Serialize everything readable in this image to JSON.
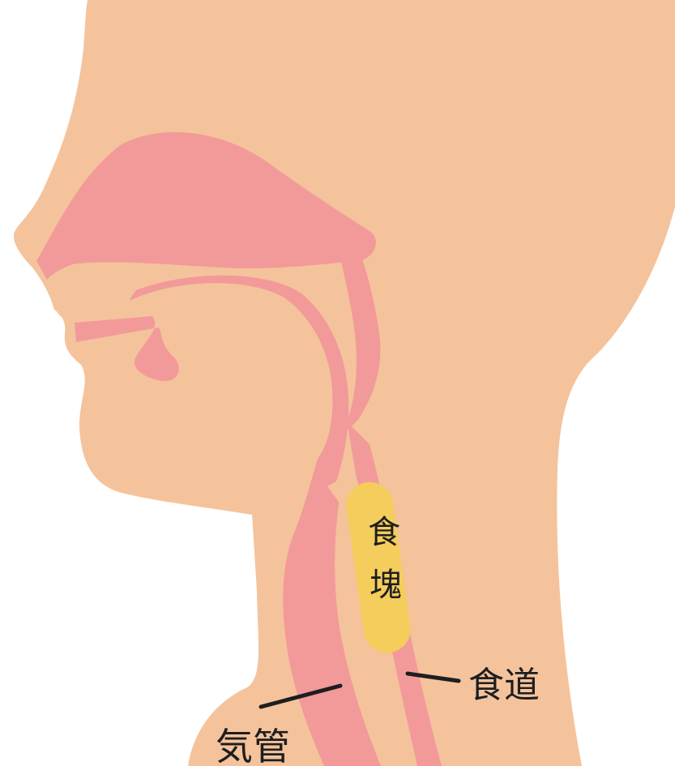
{
  "diagram": {
    "labels": {
      "bolus_char1": "食",
      "bolus_char2": "塊",
      "esophagus": "食道",
      "trachea": "気管"
    },
    "colors": {
      "skin": "#f4c39c",
      "mucosa": "#f29a9a",
      "bolus": "#f4cd5c",
      "line": "#1e1e1e",
      "background": "#ffffff"
    }
  }
}
